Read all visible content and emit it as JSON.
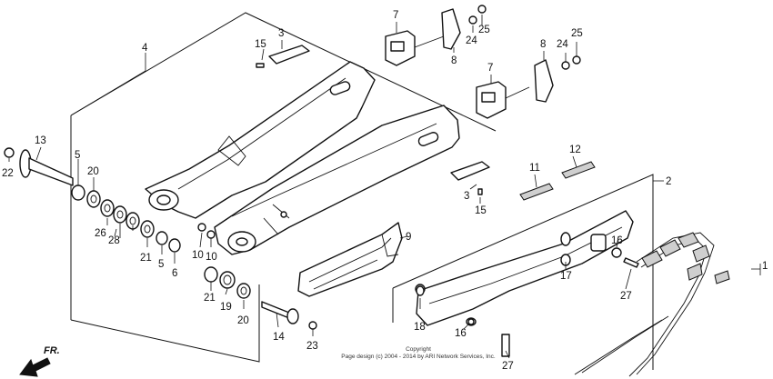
{
  "diagram": {
    "labels": {
      "l1": "1",
      "l2": "2",
      "l3a": "3",
      "l3b": "3",
      "l4": "4",
      "l5a": "5",
      "l5b": "5",
      "l6": "6",
      "l7a": "7",
      "l7b": "7",
      "l8a": "8",
      "l8b": "8",
      "l9": "9",
      "l10a": "10",
      "l10b": "10",
      "l11": "11",
      "l12": "12",
      "l13": "13",
      "l14": "14",
      "l15a": "15",
      "l15b": "15",
      "l16a": "16",
      "l16b": "16",
      "l17": "17",
      "l18": "18",
      "l19": "19",
      "l20a": "20",
      "l20b": "20",
      "l21a": "21",
      "l21b": "21",
      "l22": "22",
      "l23": "23",
      "l24a": "24",
      "l24b": "24",
      "l25a": "25",
      "l25b": "25",
      "l26": "26",
      "l27a": "27",
      "l27b": "27",
      "l28": "28"
    },
    "direction": "FR.",
    "copyright_line1": "Copyright",
    "copyright_line2": "Page design (c) 2004 - 2014 by ARI Network Services, Inc."
  }
}
